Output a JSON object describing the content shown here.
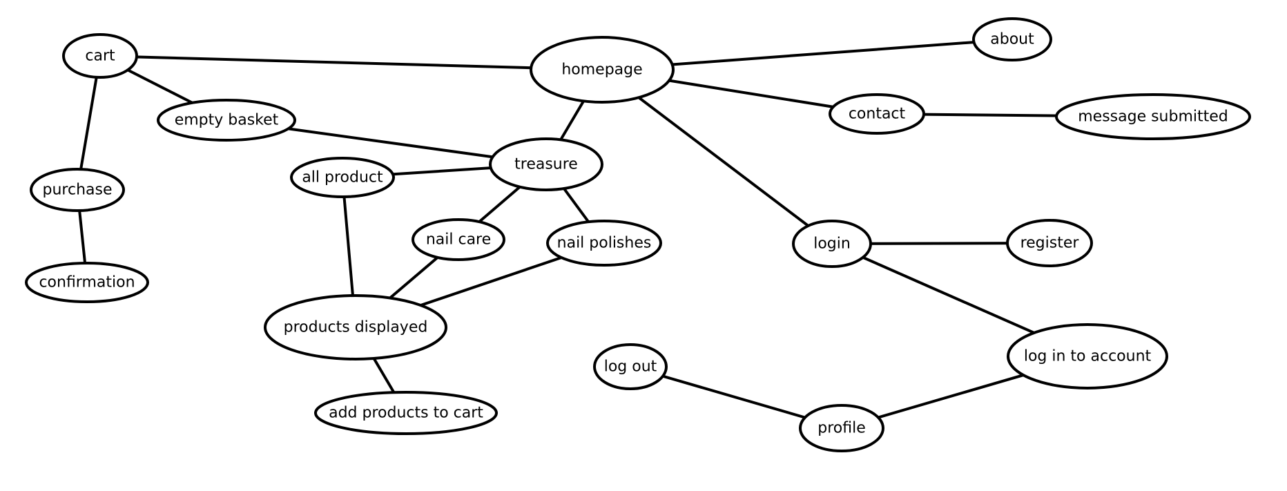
{
  "diagram": {
    "nodes": [
      {
        "id": "cart",
        "label": "cart"
      },
      {
        "id": "homepage",
        "label": "homepage"
      },
      {
        "id": "about",
        "label": "about"
      },
      {
        "id": "empty_basket",
        "label": "empty basket"
      },
      {
        "id": "contact",
        "label": "contact"
      },
      {
        "id": "message_submitted",
        "label": "message submitted"
      },
      {
        "id": "purchase",
        "label": "purchase"
      },
      {
        "id": "treasure",
        "label": "treasure"
      },
      {
        "id": "all_product",
        "label": "all product"
      },
      {
        "id": "nail_care",
        "label": "nail care"
      },
      {
        "id": "nail_polishes",
        "label": "nail polishes"
      },
      {
        "id": "login",
        "label": "login"
      },
      {
        "id": "register",
        "label": "register"
      },
      {
        "id": "confirmation",
        "label": "confirmation"
      },
      {
        "id": "products_displayed",
        "label": "products displayed"
      },
      {
        "id": "log_in_to_account",
        "label": "log in to account"
      },
      {
        "id": "log_out",
        "label": "log out"
      },
      {
        "id": "add_products_to_cart",
        "label": "add products to cart"
      },
      {
        "id": "profile",
        "label": "profile"
      }
    ],
    "edges": [
      [
        "cart",
        "homepage"
      ],
      [
        "cart",
        "empty_basket"
      ],
      [
        "cart",
        "purchase"
      ],
      [
        "purchase",
        "confirmation"
      ],
      [
        "homepage",
        "about"
      ],
      [
        "homepage",
        "contact"
      ],
      [
        "contact",
        "message_submitted"
      ],
      [
        "homepage",
        "treasure"
      ],
      [
        "homepage",
        "login"
      ],
      [
        "empty_basket",
        "treasure"
      ],
      [
        "all_product",
        "treasure"
      ],
      [
        "treasure",
        "nail_care"
      ],
      [
        "treasure",
        "nail_polishes"
      ],
      [
        "all_product",
        "products_displayed"
      ],
      [
        "nail_care",
        "products_displayed"
      ],
      [
        "nail_polishes",
        "products_displayed"
      ],
      [
        "products_displayed",
        "add_products_to_cart"
      ],
      [
        "login",
        "register"
      ],
      [
        "login",
        "log_in_to_account"
      ],
      [
        "log_in_to_account",
        "profile"
      ],
      [
        "log_out",
        "profile"
      ]
    ]
  }
}
